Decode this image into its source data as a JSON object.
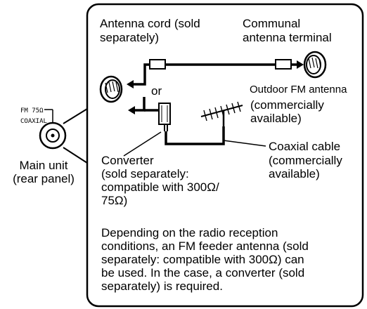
{
  "jack": {
    "label_line1": "FM 75Ω",
    "label_line2": "COAXIAL"
  },
  "main_unit": {
    "line1": "Main unit",
    "line2": "(rear panel)"
  },
  "antenna_cord": {
    "line1": "Antenna cord (sold",
    "line2": "separately)"
  },
  "communal_terminal": {
    "line1": "Communal",
    "line2": "antenna terminal"
  },
  "or_text": "or",
  "outdoor_antenna": {
    "line1": "Outdoor FM antenna",
    "line2": "(commercially",
    "line3": "available)"
  },
  "coaxial_cable": {
    "line1": "Coaxial cable",
    "line2": "(commercially",
    "line3": "available)"
  },
  "converter": {
    "line1": "Converter",
    "line2": "(sold separately:",
    "line3": "compatible with 300Ω/",
    "line4": "75Ω)"
  },
  "note": {
    "line1": "Depending on the radio reception",
    "line2": "conditions, an FM feeder antenna (sold",
    "line3": "separately: compatible with 300Ω) can",
    "line4": "be used. In the case, a converter (sold",
    "line5": "separately) is required."
  }
}
